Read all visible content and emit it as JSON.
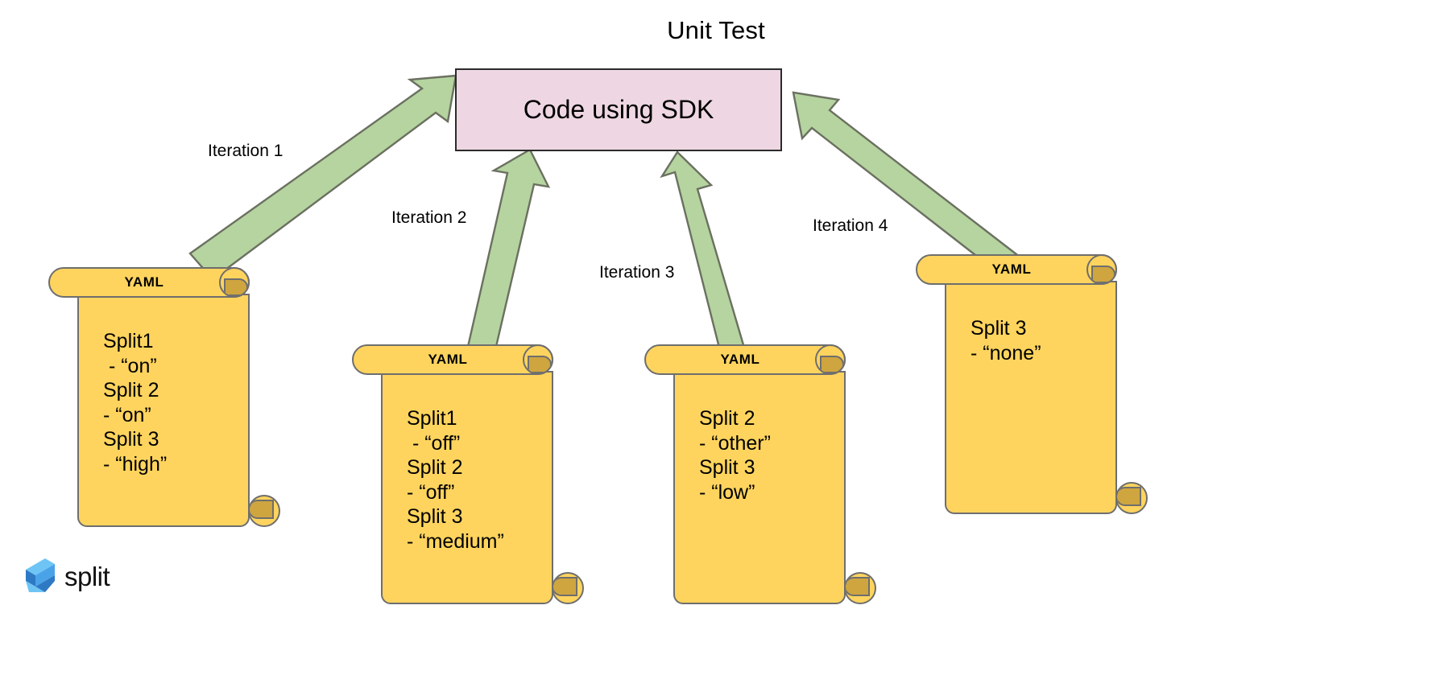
{
  "diagram": {
    "title": "Unit Test",
    "center_node": {
      "label": "Code using SDK",
      "fill": "#eed7e2",
      "stroke": "#2b2b2b"
    },
    "arrow": {
      "fill": "#b5d4a0",
      "stroke": "#6b7060"
    },
    "edges": [
      {
        "label": "Iteration 1"
      },
      {
        "label": "Iteration 2"
      },
      {
        "label": "Iteration 3"
      },
      {
        "label": "Iteration 4"
      }
    ],
    "scrolls": [
      {
        "banner": "YAML",
        "fill": "#ffd45e",
        "stroke": "#6e6e6e",
        "lines": [
          "Split1",
          " - “on”",
          "Split 2",
          "- “on”",
          "Split 3",
          "- “high”"
        ],
        "text": "Split1\n - “on”\nSplit 2\n- “on”\nSplit 3\n- “high”"
      },
      {
        "banner": "YAML",
        "fill": "#ffd45e",
        "stroke": "#6e6e6e",
        "lines": [
          "Split1",
          " - “off”",
          "Split 2",
          "- “off”",
          "Split 3",
          "- “medium”"
        ],
        "text": "Split1\n - “off”\nSplit 2\n- “off”\nSplit 3\n- “medium”"
      },
      {
        "banner": "YAML",
        "fill": "#ffd45e",
        "stroke": "#6e6e6e",
        "lines": [
          "Split 2",
          "- “other”",
          "Split 3",
          "- “low”"
        ],
        "text": "Split 2\n- “other”\nSplit 3\n- “low”"
      },
      {
        "banner": "YAML",
        "fill": "#ffd45e",
        "stroke": "#6e6e6e",
        "lines": [
          "Split 3",
          "- “none”"
        ],
        "text": "Split 3\n- “none”"
      }
    ]
  },
  "branding": {
    "wordmark": "split",
    "mark_color": "#4aa3e8",
    "mark_color_light": "#6ec5f5",
    "mark_color_dark": "#2e79c4"
  }
}
